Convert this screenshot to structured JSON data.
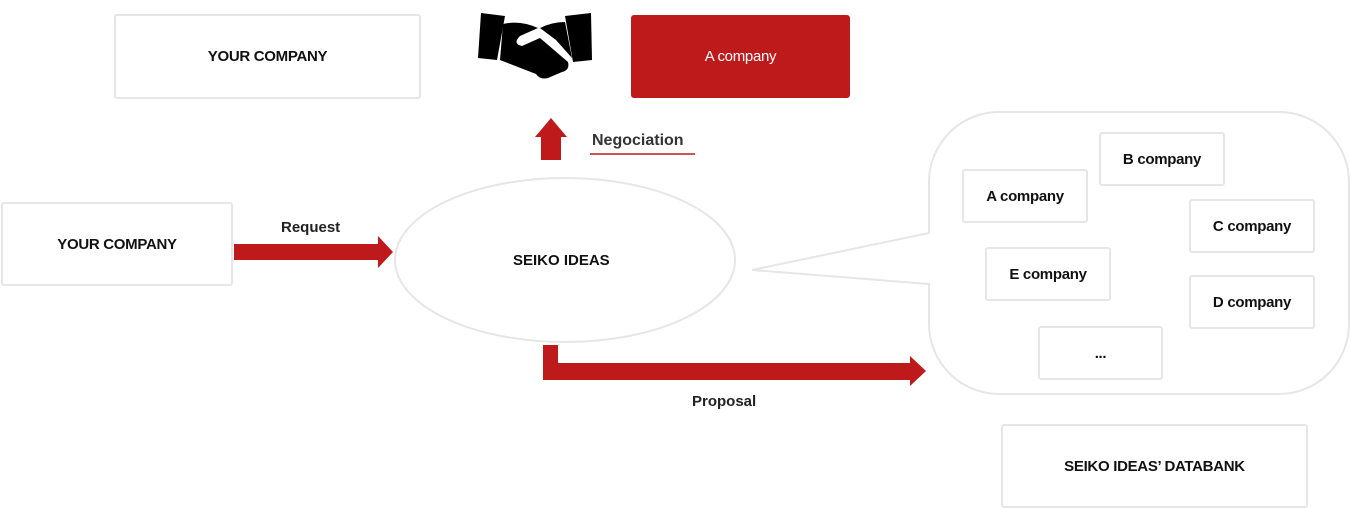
{
  "top": {
    "your_company": "YOUR COMPANY",
    "partner": "A company",
    "negotiation": "Negociation"
  },
  "flow": {
    "your_company": "YOUR COMPANY",
    "request": "Request",
    "hub": "SEIKO IDEAS",
    "proposal": "Proposal"
  },
  "databank": {
    "companies": [
      "A company",
      "B company",
      "C company",
      "E company",
      "D company",
      "..."
    ],
    "label": "SEIKO IDEAS’ DATABANK"
  },
  "colors": {
    "accent": "#be1a1c",
    "border": "#e6e6e6"
  },
  "icons": {
    "deal": "handshake-icon"
  }
}
